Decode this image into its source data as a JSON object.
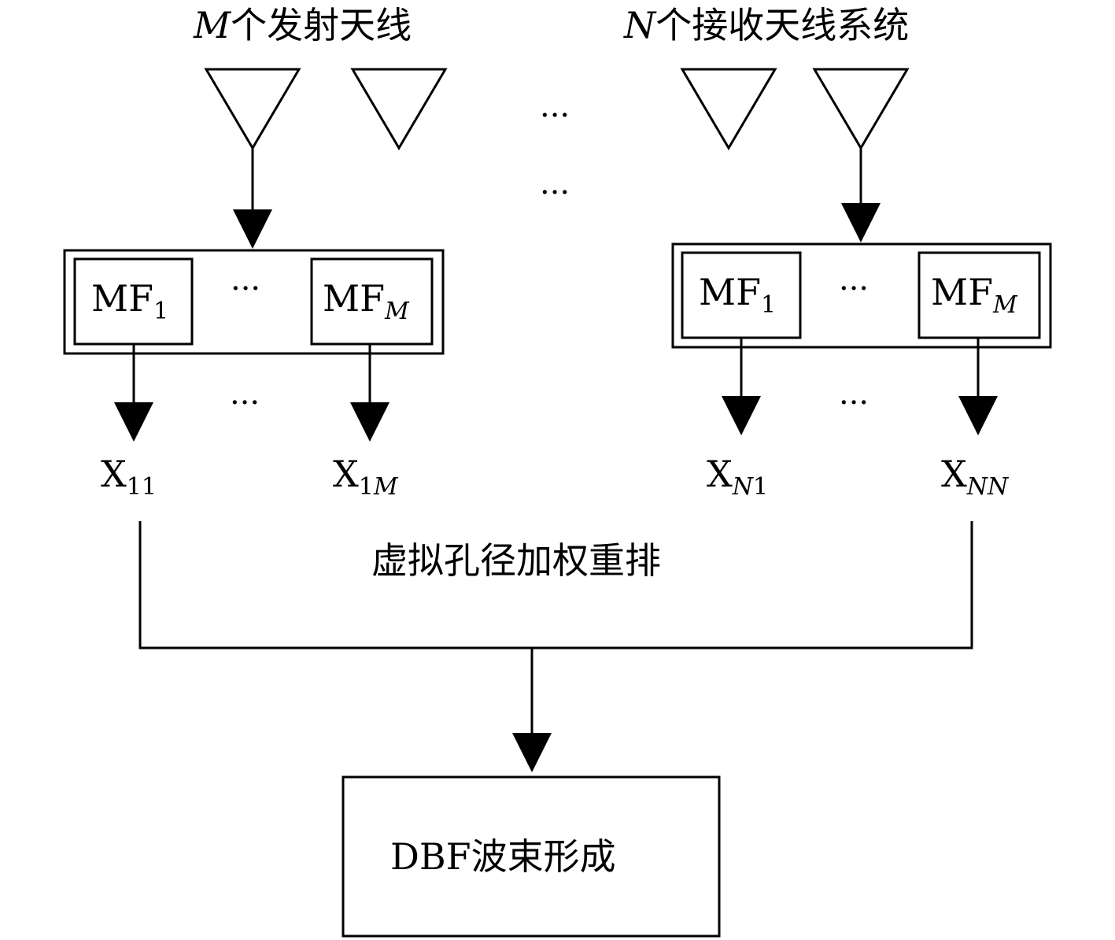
{
  "header": {
    "tx_var": "M",
    "tx_label": "个发射天线",
    "rx_var": "N",
    "rx_label": "个接收天线系统"
  },
  "ellipsis": "···",
  "tx_bank": {
    "filter_first": {
      "base": "MF",
      "sub": "1"
    },
    "filter_last": {
      "base": "MF",
      "sub": "M"
    },
    "out_first": {
      "base": "X",
      "sub": "11"
    },
    "out_last": {
      "base": "X",
      "sub1": "1",
      "sub2": "M"
    }
  },
  "rx_bank": {
    "filter_first": {
      "base": "MF",
      "sub": "1"
    },
    "filter_last": {
      "base": "MF",
      "sub": "M"
    },
    "out_first": {
      "base": "X",
      "sub1": "N",
      "sub2": "1"
    },
    "out_last": {
      "base": "X",
      "sub": "NN"
    }
  },
  "rearrange_label": "虚拟孔径加权重排",
  "dbf_label": "DBF波束形成"
}
